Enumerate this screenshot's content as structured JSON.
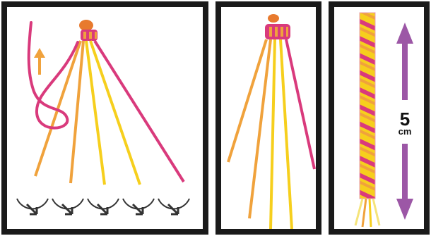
{
  "colors": {
    "frame": "#1a1a1a",
    "pink": "#d93a7c",
    "orange": "#f0a23c",
    "yellow": "#f6cf1d",
    "light_yellow": "#f5e47a",
    "purple_arrow": "#9c57a6",
    "knot": "#e87a2e",
    "circle_arrow": "#333333"
  },
  "icons": {
    "up_arrow": "arrow-up-icon",
    "rotate_arrow": "circular-arrow-icon",
    "measure_arrows": "double-arrow-icon"
  },
  "steps": {
    "panel_1": {
      "description_text": "",
      "circle_arrow_count": 5
    },
    "panel_2": {
      "description_text": ""
    },
    "panel_3": {
      "measurement_value": "5",
      "measurement_unit": "cm"
    }
  }
}
